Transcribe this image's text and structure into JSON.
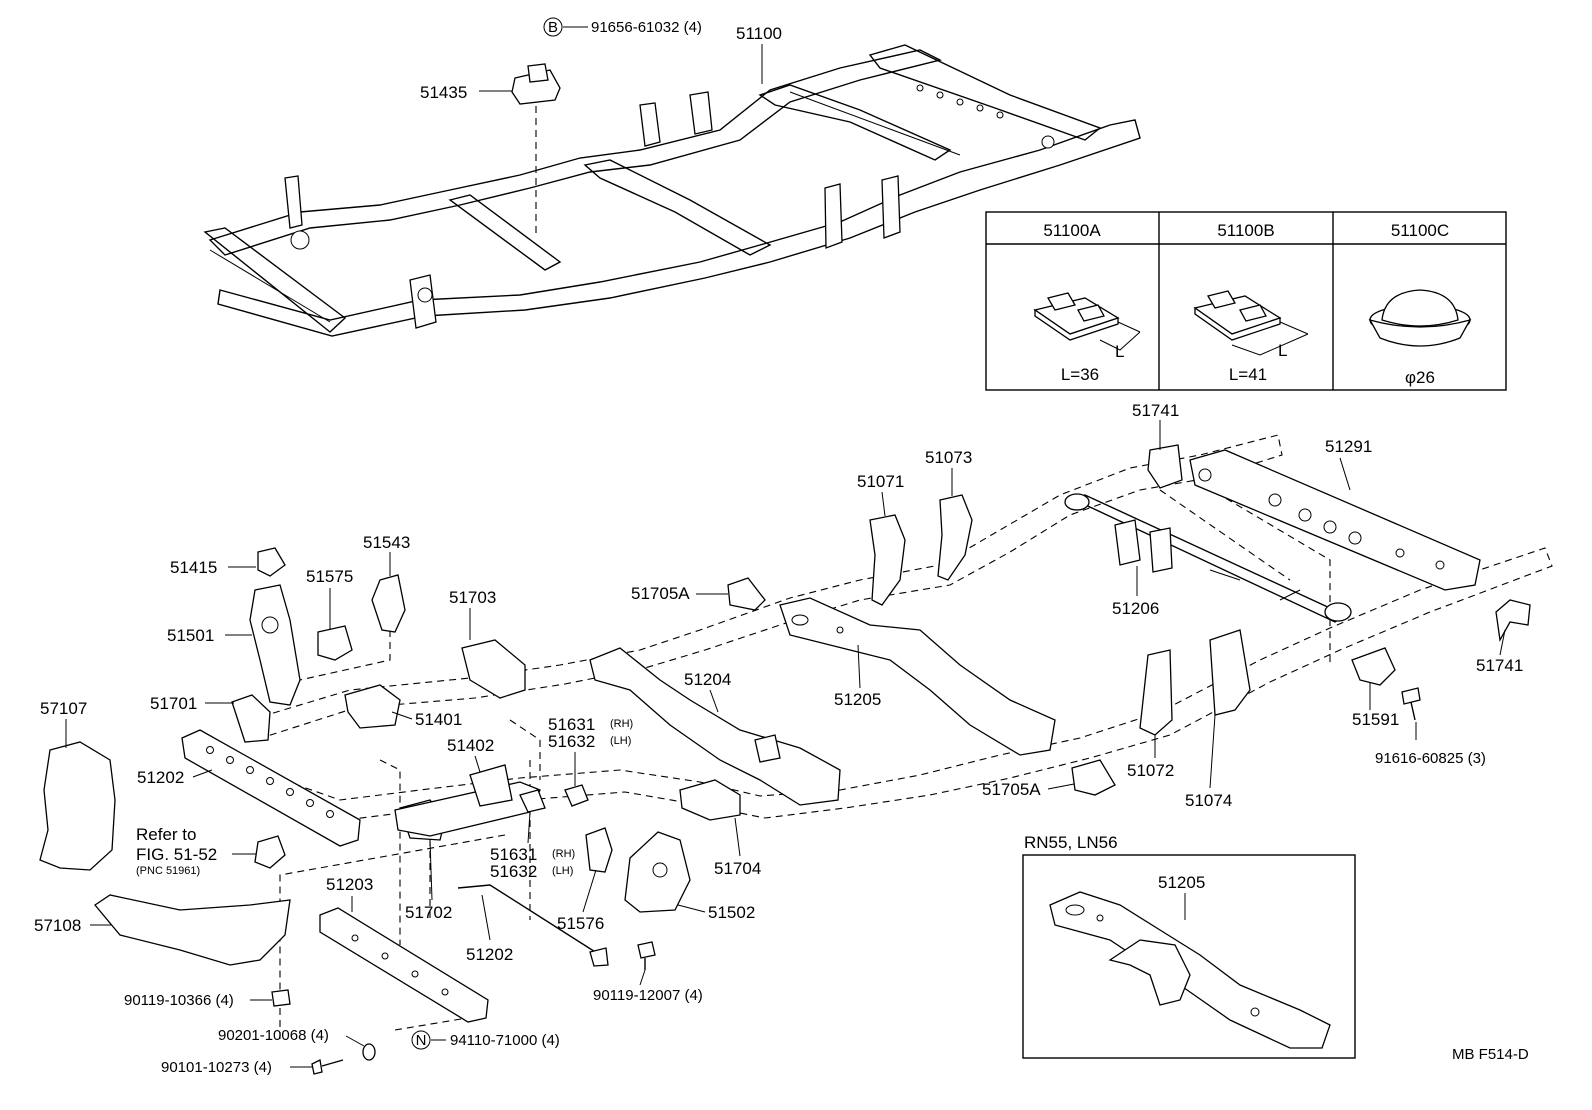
{
  "labels": {
    "bolt_b_circle": "B",
    "bolt_b": "91656-61032 (4)",
    "frame_assy": "51100",
    "p51435": "51435",
    "p51741_top": "51741",
    "p51291": "51291",
    "p51071": "51071",
    "p51073": "51073",
    "p51206": "51206",
    "p51741_right": "51741",
    "p51591": "51591",
    "bolt_91616": "91616-60825 (3)",
    "p51415": "51415",
    "p51575": "51575",
    "p51543": "51543",
    "p51501": "51501",
    "p51703": "51703",
    "p51705a_top": "51705A",
    "p51204": "51204",
    "p51205": "51205",
    "p57107": "57107",
    "p51701": "51701",
    "p51401": "51401",
    "p51631_rh_a": "51631",
    "rh_a": "(RH)",
    "p51632_lh_a": "51632",
    "lh_a": "(LH)",
    "p51402": "51402",
    "p51202_left": "51202",
    "p51705a_mid": "51705A",
    "p51072": "51072",
    "p51074": "51074",
    "p51704": "51704",
    "refer_line1": "Refer to",
    "refer_line2": "FIG. 51-52",
    "refer_pnc": "(PNC 51961)",
    "p51631_rh_b": "51631",
    "rh_b": "(RH)",
    "p51632_lh_b": "51632",
    "lh_b": "(LH)",
    "p51203": "51203",
    "p51702": "51702",
    "p51576": "51576",
    "p51502": "51502",
    "p57108": "57108",
    "p51202_bottom": "51202",
    "bolt_90119_12007": "90119-12007 (4)",
    "bolt_90119_10366": "90119-10366 (4)",
    "washer_90201": "90201-10068 (4)",
    "nut_n_circle": "N",
    "nut_94110": "94110-71000 (4)",
    "bolt_90101": "90101-10273 (4)",
    "inset_variant": "RN55, LN56",
    "inset_p51205": "51205",
    "figure_code": "MB  F514-D"
  },
  "table": {
    "headers": [
      "51100A",
      "51100B",
      "51100C"
    ],
    "values": [
      "L=36",
      "L=41",
      "φ26"
    ],
    "dim_label": "L"
  }
}
